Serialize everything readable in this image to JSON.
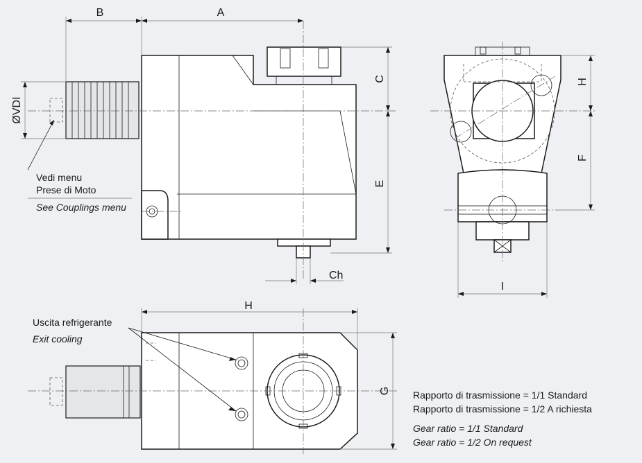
{
  "dimensions": {
    "A": "A",
    "B": "B",
    "C": "C",
    "E": "E",
    "Ch": "Ch",
    "VDI": "ØVDI",
    "H": "H",
    "F": "F",
    "I": "I",
    "G": "G"
  },
  "notes": {
    "coupling_it_1": "Vedi menu",
    "coupling_it_2": "Prese di Moto",
    "coupling_en": "See Couplings menu",
    "coolant_it": "Uscita refrigerante",
    "coolant_en": "Exit cooling"
  },
  "gear_ratio": {
    "it_1": "Rapporto di trasmissione = 1/1 Standard",
    "it_2": "Rapporto di trasmissione = 1/2 A richiesta",
    "en_1": "Gear ratio = 1/1 Standard",
    "en_2": "Gear ratio = 1/2 On request"
  }
}
